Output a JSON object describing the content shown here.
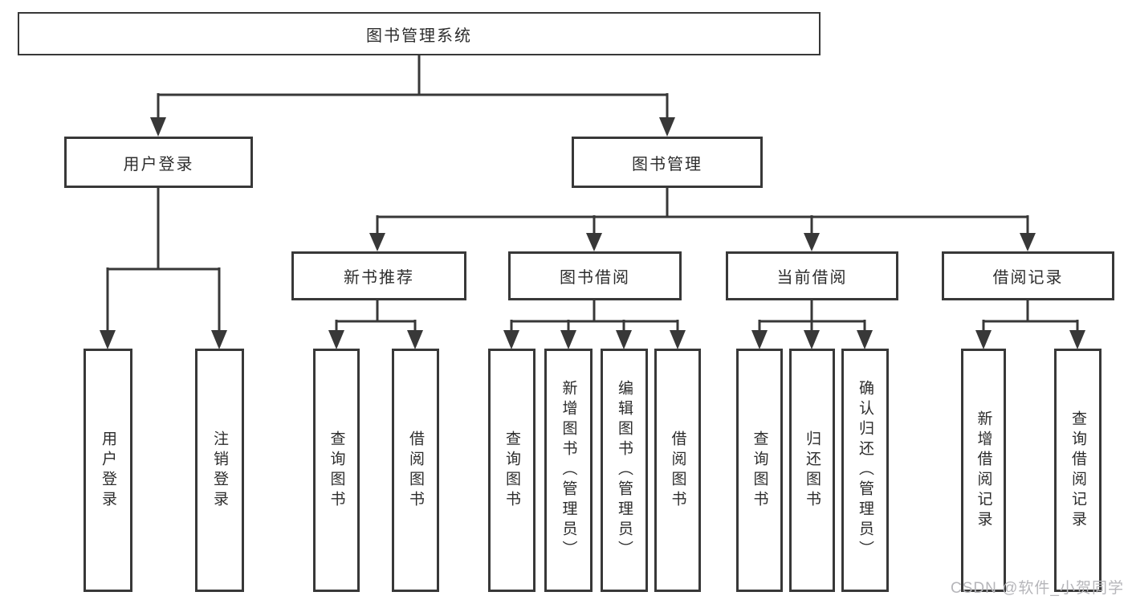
{
  "diagram": {
    "root": {
      "label": "图书管理系统"
    },
    "branches": [
      {
        "label": "用户登录",
        "children": [
          {
            "label": "用户登录"
          },
          {
            "label": "注销登录"
          }
        ]
      },
      {
        "label": "图书管理",
        "groups": [
          {
            "label": "新书推荐",
            "children": [
              {
                "label": "查询图书"
              },
              {
                "label": "借阅图书"
              }
            ]
          },
          {
            "label": "图书借阅",
            "children": [
              {
                "label": "查询图书"
              },
              {
                "label": "新增图书（管理员）"
              },
              {
                "label": "编辑图书（管理员）"
              },
              {
                "label": "借阅图书"
              }
            ]
          },
          {
            "label": "当前借阅",
            "children": [
              {
                "label": "查询图书"
              },
              {
                "label": "归还图书"
              },
              {
                "label": "确认归还（管理员）"
              }
            ]
          },
          {
            "label": "借阅记录",
            "children": [
              {
                "label": "新增借阅记录"
              },
              {
                "label": "查询借阅记录"
              }
            ]
          }
        ]
      }
    ]
  },
  "watermark": {
    "text": "CSDN @软件_小贺同学"
  },
  "colors": {
    "line": "#383838",
    "box_border": "#383838",
    "box_fill": "#ffffff",
    "text": "#2d2d2d",
    "watermark": "#b6b6ba",
    "background": "#ffffff"
  }
}
